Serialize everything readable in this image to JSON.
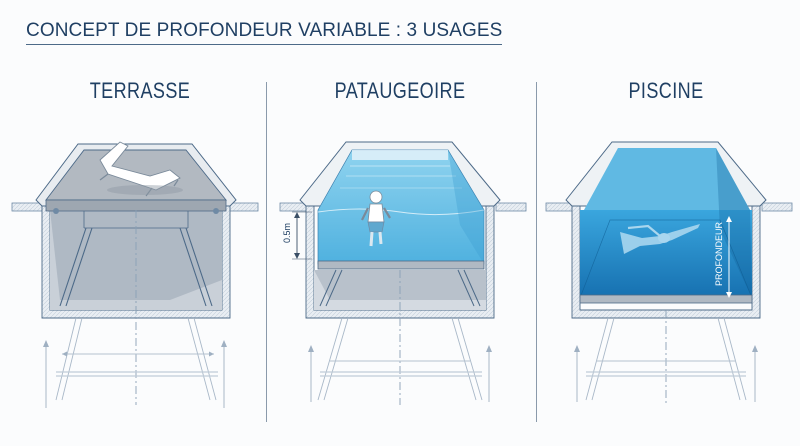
{
  "title": "CONCEPT DE PROFONDEUR VARIABLE : 3 USAGES",
  "panels": [
    {
      "label": "TERRASSE",
      "usage": "floor raised to deck level with sun lounger"
    },
    {
      "label": "PATAUGEOIRE",
      "depth_label": "0.5m"
    },
    {
      "label": "PISCINE",
      "depth_label": "PROFONDEUR"
    }
  ],
  "colors": {
    "title": "#1f3f63",
    "water_light": "#6cc3e6",
    "water_deep": "#1f86c2",
    "deck": "#b8bec5",
    "line": "#4d6a88"
  }
}
